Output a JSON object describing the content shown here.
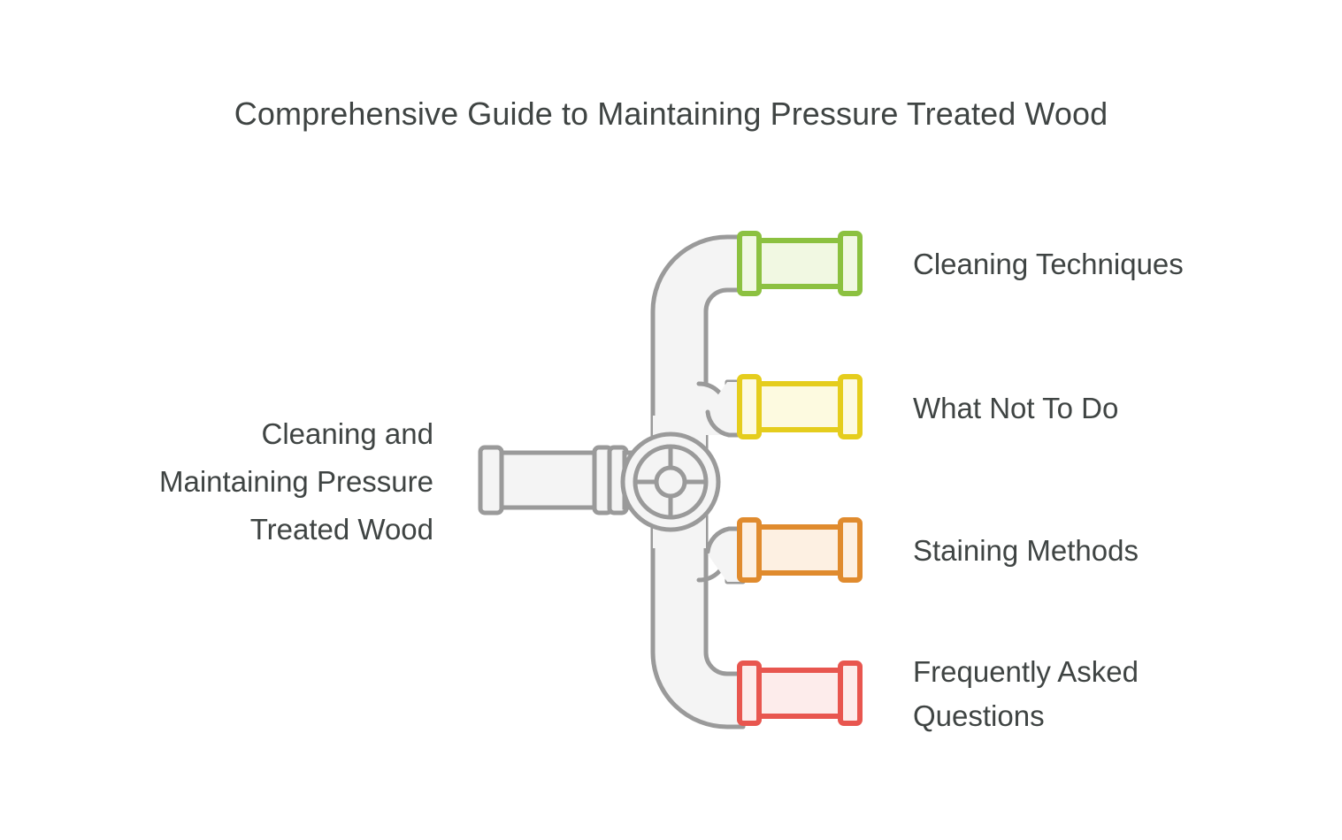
{
  "page": {
    "title": "Comprehensive Guide to Maintaining Pressure Treated Wood",
    "background_color": "#ffffff",
    "text_color": "#3f4443"
  },
  "diagram": {
    "type": "pipe-manifold-mind-map",
    "root": {
      "label": "Cleaning and Maintaining Pressure Treated Wood",
      "label_line_1": "Cleaning and",
      "label_line_2": "Maintaining Pressure",
      "label_line_3": "Treated Wood"
    },
    "trunk": {
      "stroke_color": "#9a9a9a",
      "fill_color": "#f4f4f4"
    },
    "valve": {
      "stroke_color": "#9a9a9a",
      "fill_color": "#f4f4f4"
    },
    "branches": [
      {
        "id": "cleaning-techniques",
        "label": "Cleaning Techniques",
        "label_line_1": "Cleaning Techniques",
        "label_line_2": "",
        "stroke_color": "#8cc140",
        "fill_color": "#f1f8e2",
        "position": "top"
      },
      {
        "id": "what-not-to-do",
        "label": "What Not To Do",
        "label_line_1": "What Not To Do",
        "label_line_2": "",
        "stroke_color": "#e5cd1d",
        "fill_color": "#fdfae0",
        "position": "upper-middle"
      },
      {
        "id": "staining-methods",
        "label": "Staining Methods",
        "label_line_1": "Staining Methods",
        "label_line_2": "",
        "stroke_color": "#e08b2e",
        "fill_color": "#fdf0e2",
        "position": "lower-middle"
      },
      {
        "id": "frequently-asked-questions",
        "label": "Frequently Asked Questions",
        "label_line_1": "Frequently Asked",
        "label_line_2": "Questions",
        "stroke_color": "#e8564f",
        "fill_color": "#fdeceb",
        "position": "bottom"
      }
    ]
  }
}
